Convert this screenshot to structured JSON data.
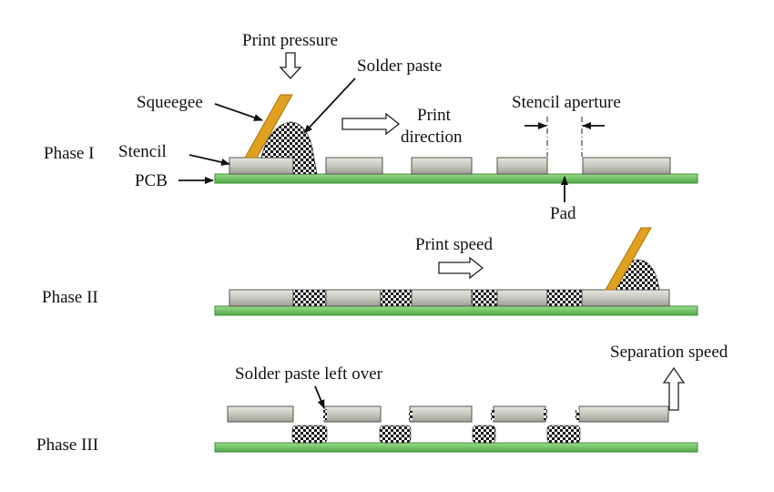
{
  "phases": [
    {
      "label": "Phase I"
    },
    {
      "label": "Phase II"
    },
    {
      "label": "Phase III"
    }
  ],
  "labels": {
    "print_pressure": "Print pressure",
    "solder_paste": "Solder paste",
    "squeegee": "Squeegee",
    "stencil": "Stencil",
    "pcb": "PCB",
    "print_direction_1": "Print",
    "print_direction_2": "direction",
    "stencil_aperture": "Stencil aperture",
    "pad": "Pad",
    "print_speed": "Print speed",
    "solder_paste_left_over": "Solder paste left over",
    "separation_speed": "Separation speed"
  },
  "colors": {
    "pcb": "#7ac76c",
    "pcb_edge": "#3f8f3a",
    "stencil": "#c8c8bf",
    "stencil_edge": "#55554f",
    "squeegee": "#e0a020",
    "paste_dark": "#1a1a1a",
    "paste_light": "#ffffff"
  }
}
